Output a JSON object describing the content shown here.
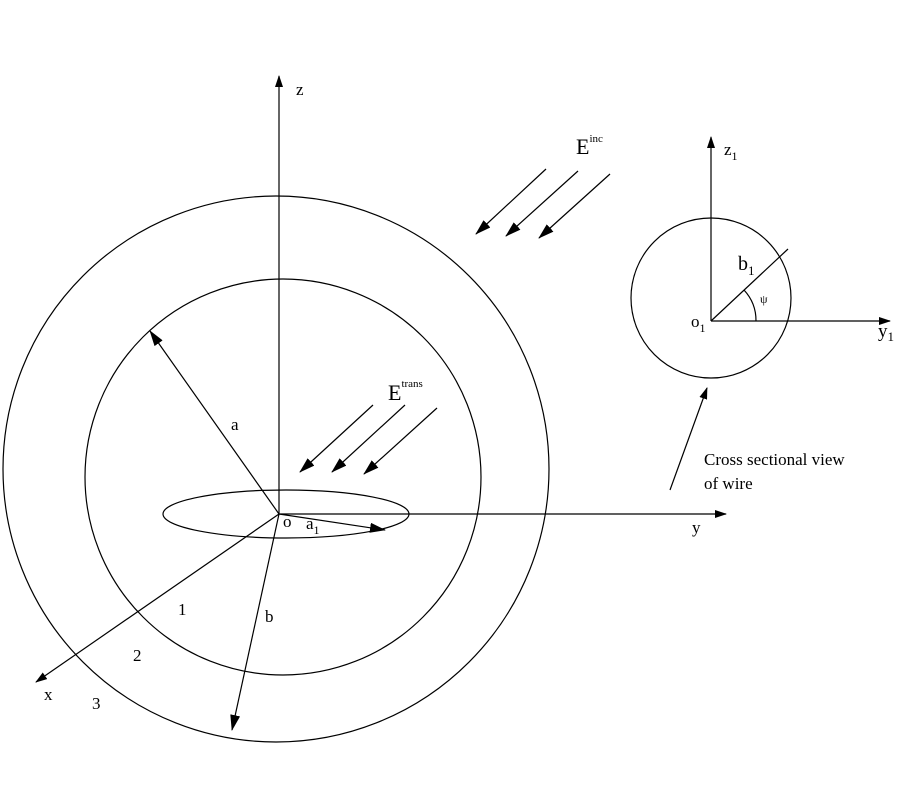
{
  "colors": {
    "line": "#000000",
    "background": "#ffffff"
  },
  "labels": {
    "z_axis": "z",
    "y_axis": "y",
    "x_axis": "x",
    "origin": "o",
    "radius_a": "a",
    "radius_b": "b",
    "wire_radius_base": "a",
    "wire_radius_sub": "1",
    "region_1": "1",
    "region_2": "2",
    "region_3": "3",
    "e_trans_base": "E",
    "e_trans_sup": "trans",
    "e_inc_base": "E",
    "e_inc_sup": "inc"
  },
  "cross_section": {
    "z_axis_base": "z",
    "z_axis_sub": "1",
    "y_axis_base": "y",
    "y_axis_sub": "1",
    "origin_base": "o",
    "origin_sub": "1",
    "radius_base": "b",
    "radius_sub": "1",
    "angle": "ψ",
    "caption_line1": "Cross sectional view",
    "caption_line2": "of wire"
  }
}
